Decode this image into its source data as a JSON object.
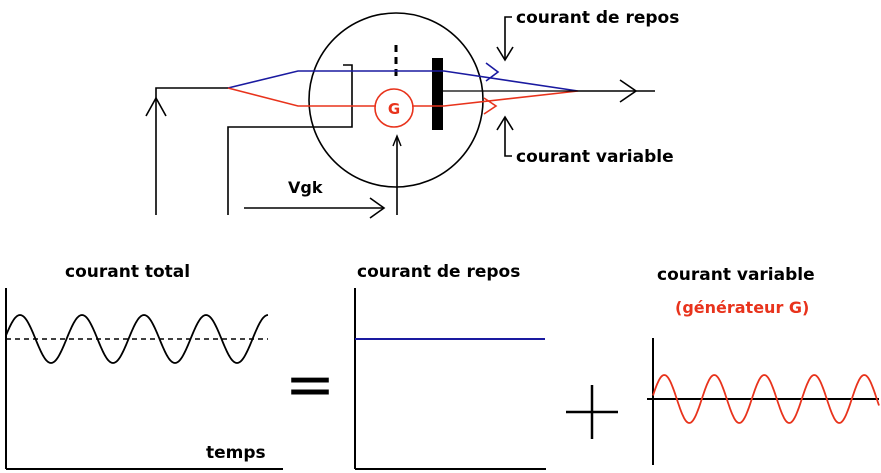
{
  "labels": {
    "courant_de_repos_top": "courant de repos",
    "courant_variable_top": "courant variable",
    "g_symbol": "G",
    "vgk": "Vgk",
    "courant_total": "courant total",
    "courant_de_repos_bottom": "courant de repos",
    "courant_variable_bottom": "courant variable",
    "generateur": "(générateur G)",
    "temps": "temps",
    "equals": "=",
    "plus": "+"
  },
  "colors": {
    "line": "#000000",
    "quiescent": "#1a1aa0",
    "variable": "#e8331c",
    "background": "#ffffff"
  }
}
